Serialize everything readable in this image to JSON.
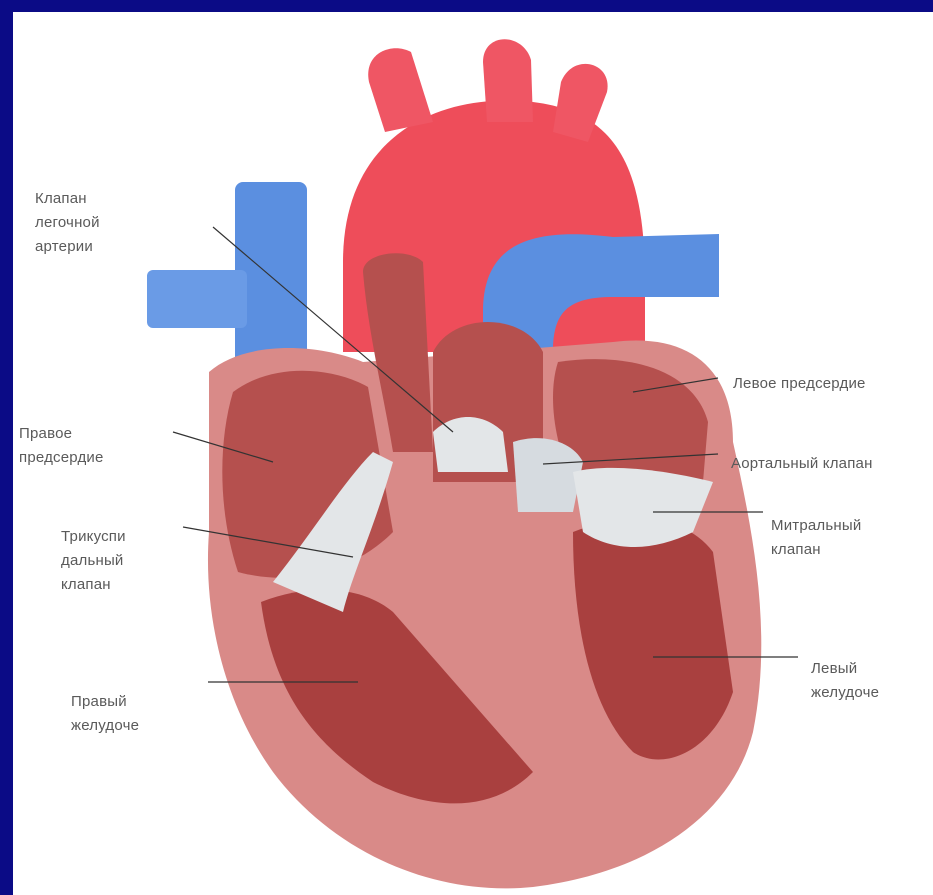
{
  "diagram": {
    "labels": {
      "pulmonary_valve": "Клапан\nлегочной\nартерии",
      "right_atrium": "Правое\nпредсердие",
      "tricuspid_valve": "Трикуспи\nдальный\nклапан",
      "right_ventricle": "Правый\nжелудоче",
      "left_atrium": "Левое предсердие",
      "aortic_valve": "Аортальный клапан",
      "mitral_valve": "Митральный\nклапан",
      "left_ventricle": "Левый\nжелудоче"
    }
  },
  "colors": {
    "background": "#0b0b86",
    "panel": "#ffffff",
    "aorta": "#ee4d5a",
    "vena": "#5b8fe0",
    "myocardium_outer": "#d98a88",
    "chamber": "#b5504e",
    "valve": "#e3e6e8"
  }
}
